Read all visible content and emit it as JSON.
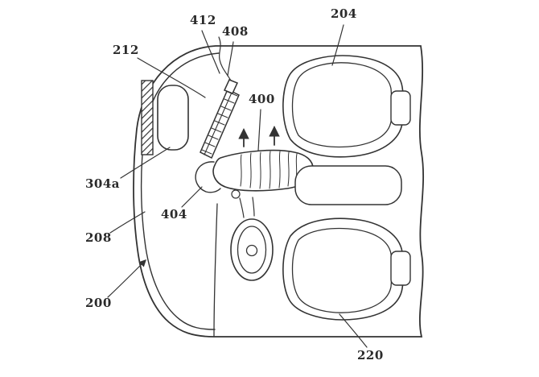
{
  "figure": {
    "type": "patent-line-drawing",
    "background": "#ffffff",
    "line_color": "#333333"
  },
  "labels": [
    {
      "name": "412",
      "text": "412"
    },
    {
      "name": "408",
      "text": "408"
    },
    {
      "name": "212",
      "text": "212"
    },
    {
      "name": "204",
      "text": "204"
    },
    {
      "name": "400",
      "text": "400"
    },
    {
      "name": "304a",
      "text": "304a"
    },
    {
      "name": "404",
      "text": "404"
    },
    {
      "name": "208",
      "text": "208"
    },
    {
      "name": "200",
      "text": "200"
    },
    {
      "name": "220",
      "text": "220"
    }
  ]
}
